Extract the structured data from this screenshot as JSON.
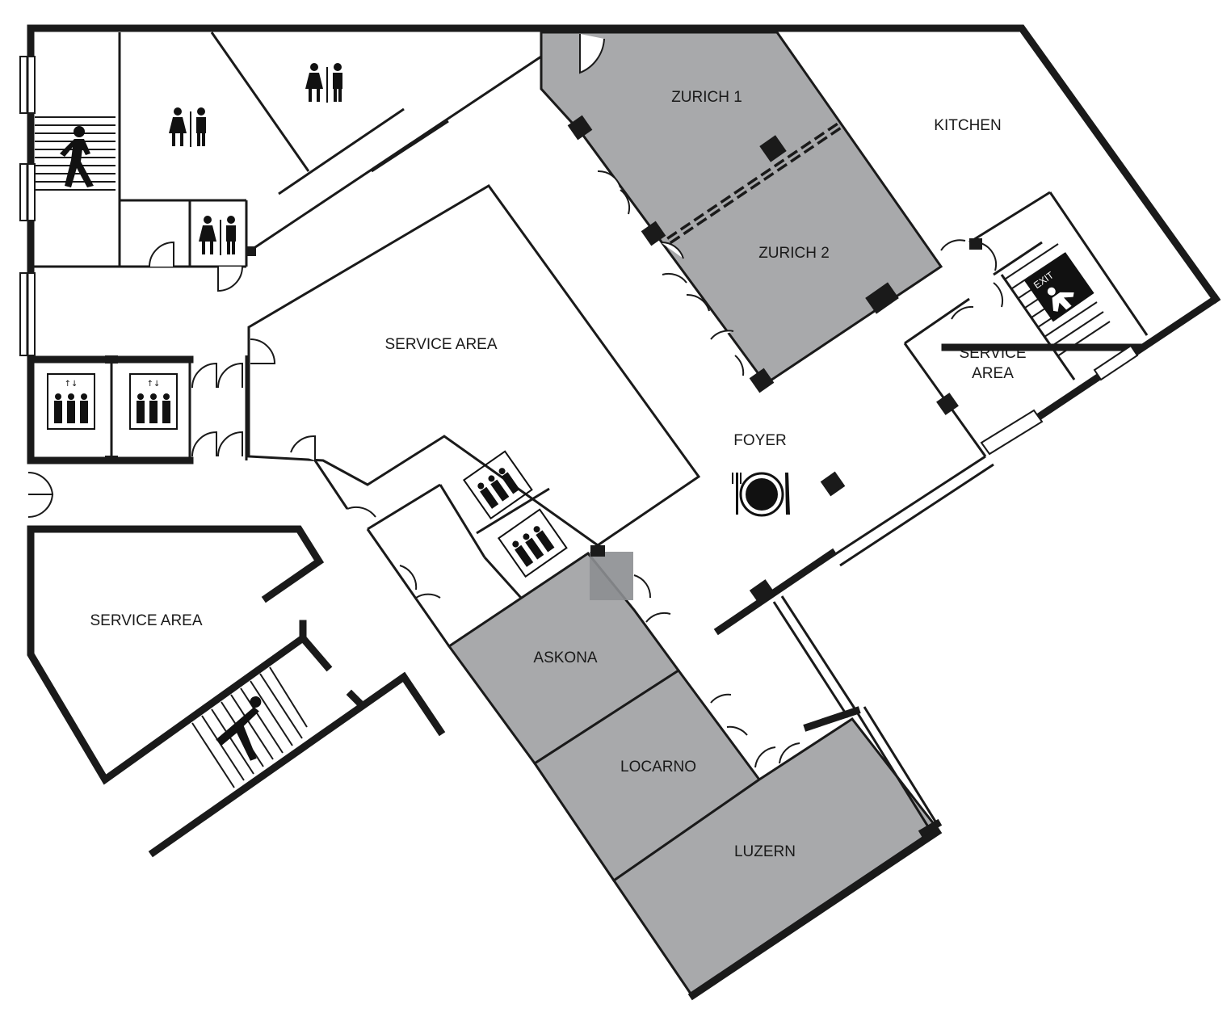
{
  "rooms": {
    "zurich1": "ZURICH 1",
    "zurich2": "ZURICH 2",
    "kitchen": "KITCHEN",
    "service_center": "SERVICE AREA",
    "service_right_line1": "SERVICE",
    "service_right_line2": "AREA",
    "service_left": "SERVICE AREA",
    "foyer": "FOYER",
    "askona": "ASKONA",
    "locarno": "LOCARNO",
    "luzern": "LUZERN"
  },
  "signs": {
    "exit": "EXIT"
  },
  "colors": {
    "meeting_room": "#a8a9ab",
    "wall": "#1a1a1a"
  },
  "icons": [
    "restroom-icon",
    "elevator-icon",
    "service-lift-icon",
    "staircase-icon",
    "emergency-exit-icon",
    "restaurant-icon"
  ]
}
